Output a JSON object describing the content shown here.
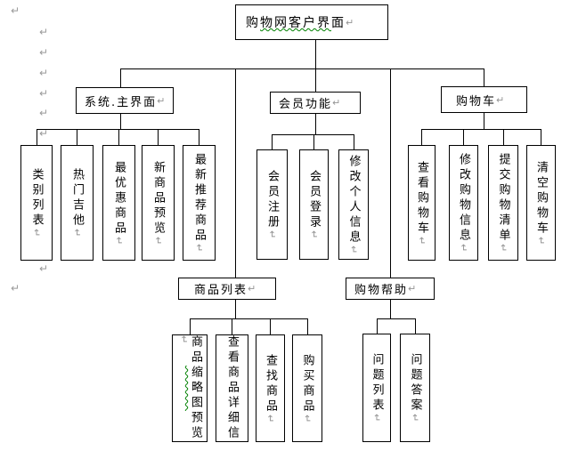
{
  "diagram": {
    "return_mark": "↵",
    "root": {
      "label": "购物网客户界面",
      "pre": "购",
      "wavy": "物网客户界",
      "post": "面"
    },
    "level2": {
      "system": {
        "label": "系统.主界面"
      },
      "member": {
        "label": "会员功能"
      },
      "cart": {
        "label": "购物车"
      },
      "products": {
        "label": "商品列表"
      },
      "help": {
        "label": "购物帮助"
      }
    },
    "system_children": [
      "类别列表",
      "热门吉他",
      "最优惠商品",
      "新商品预览",
      "最新推荐商品"
    ],
    "member_children": [
      "会员注册",
      "会员登录",
      "修改个人信息"
    ],
    "cart_children": [
      "查看购物车",
      "修改购物信息",
      "提交购物清单",
      "清空购物车"
    ],
    "products_children": [
      "商品缩略图预览",
      "查看商品详细信",
      "查找商品",
      "购买商品"
    ],
    "thumbnail_parts": {
      "pre": "商品",
      "wavy": "缩略图",
      "post": "预览"
    },
    "help_children": [
      "问题列表",
      "问题答案"
    ]
  },
  "colors": {
    "background": "#ffffff",
    "line": "#000000",
    "box_border": "#000000",
    "text": "#000000",
    "paragraph_mark": "#9a9a9a",
    "spellcheck_wavy": "#008000"
  }
}
